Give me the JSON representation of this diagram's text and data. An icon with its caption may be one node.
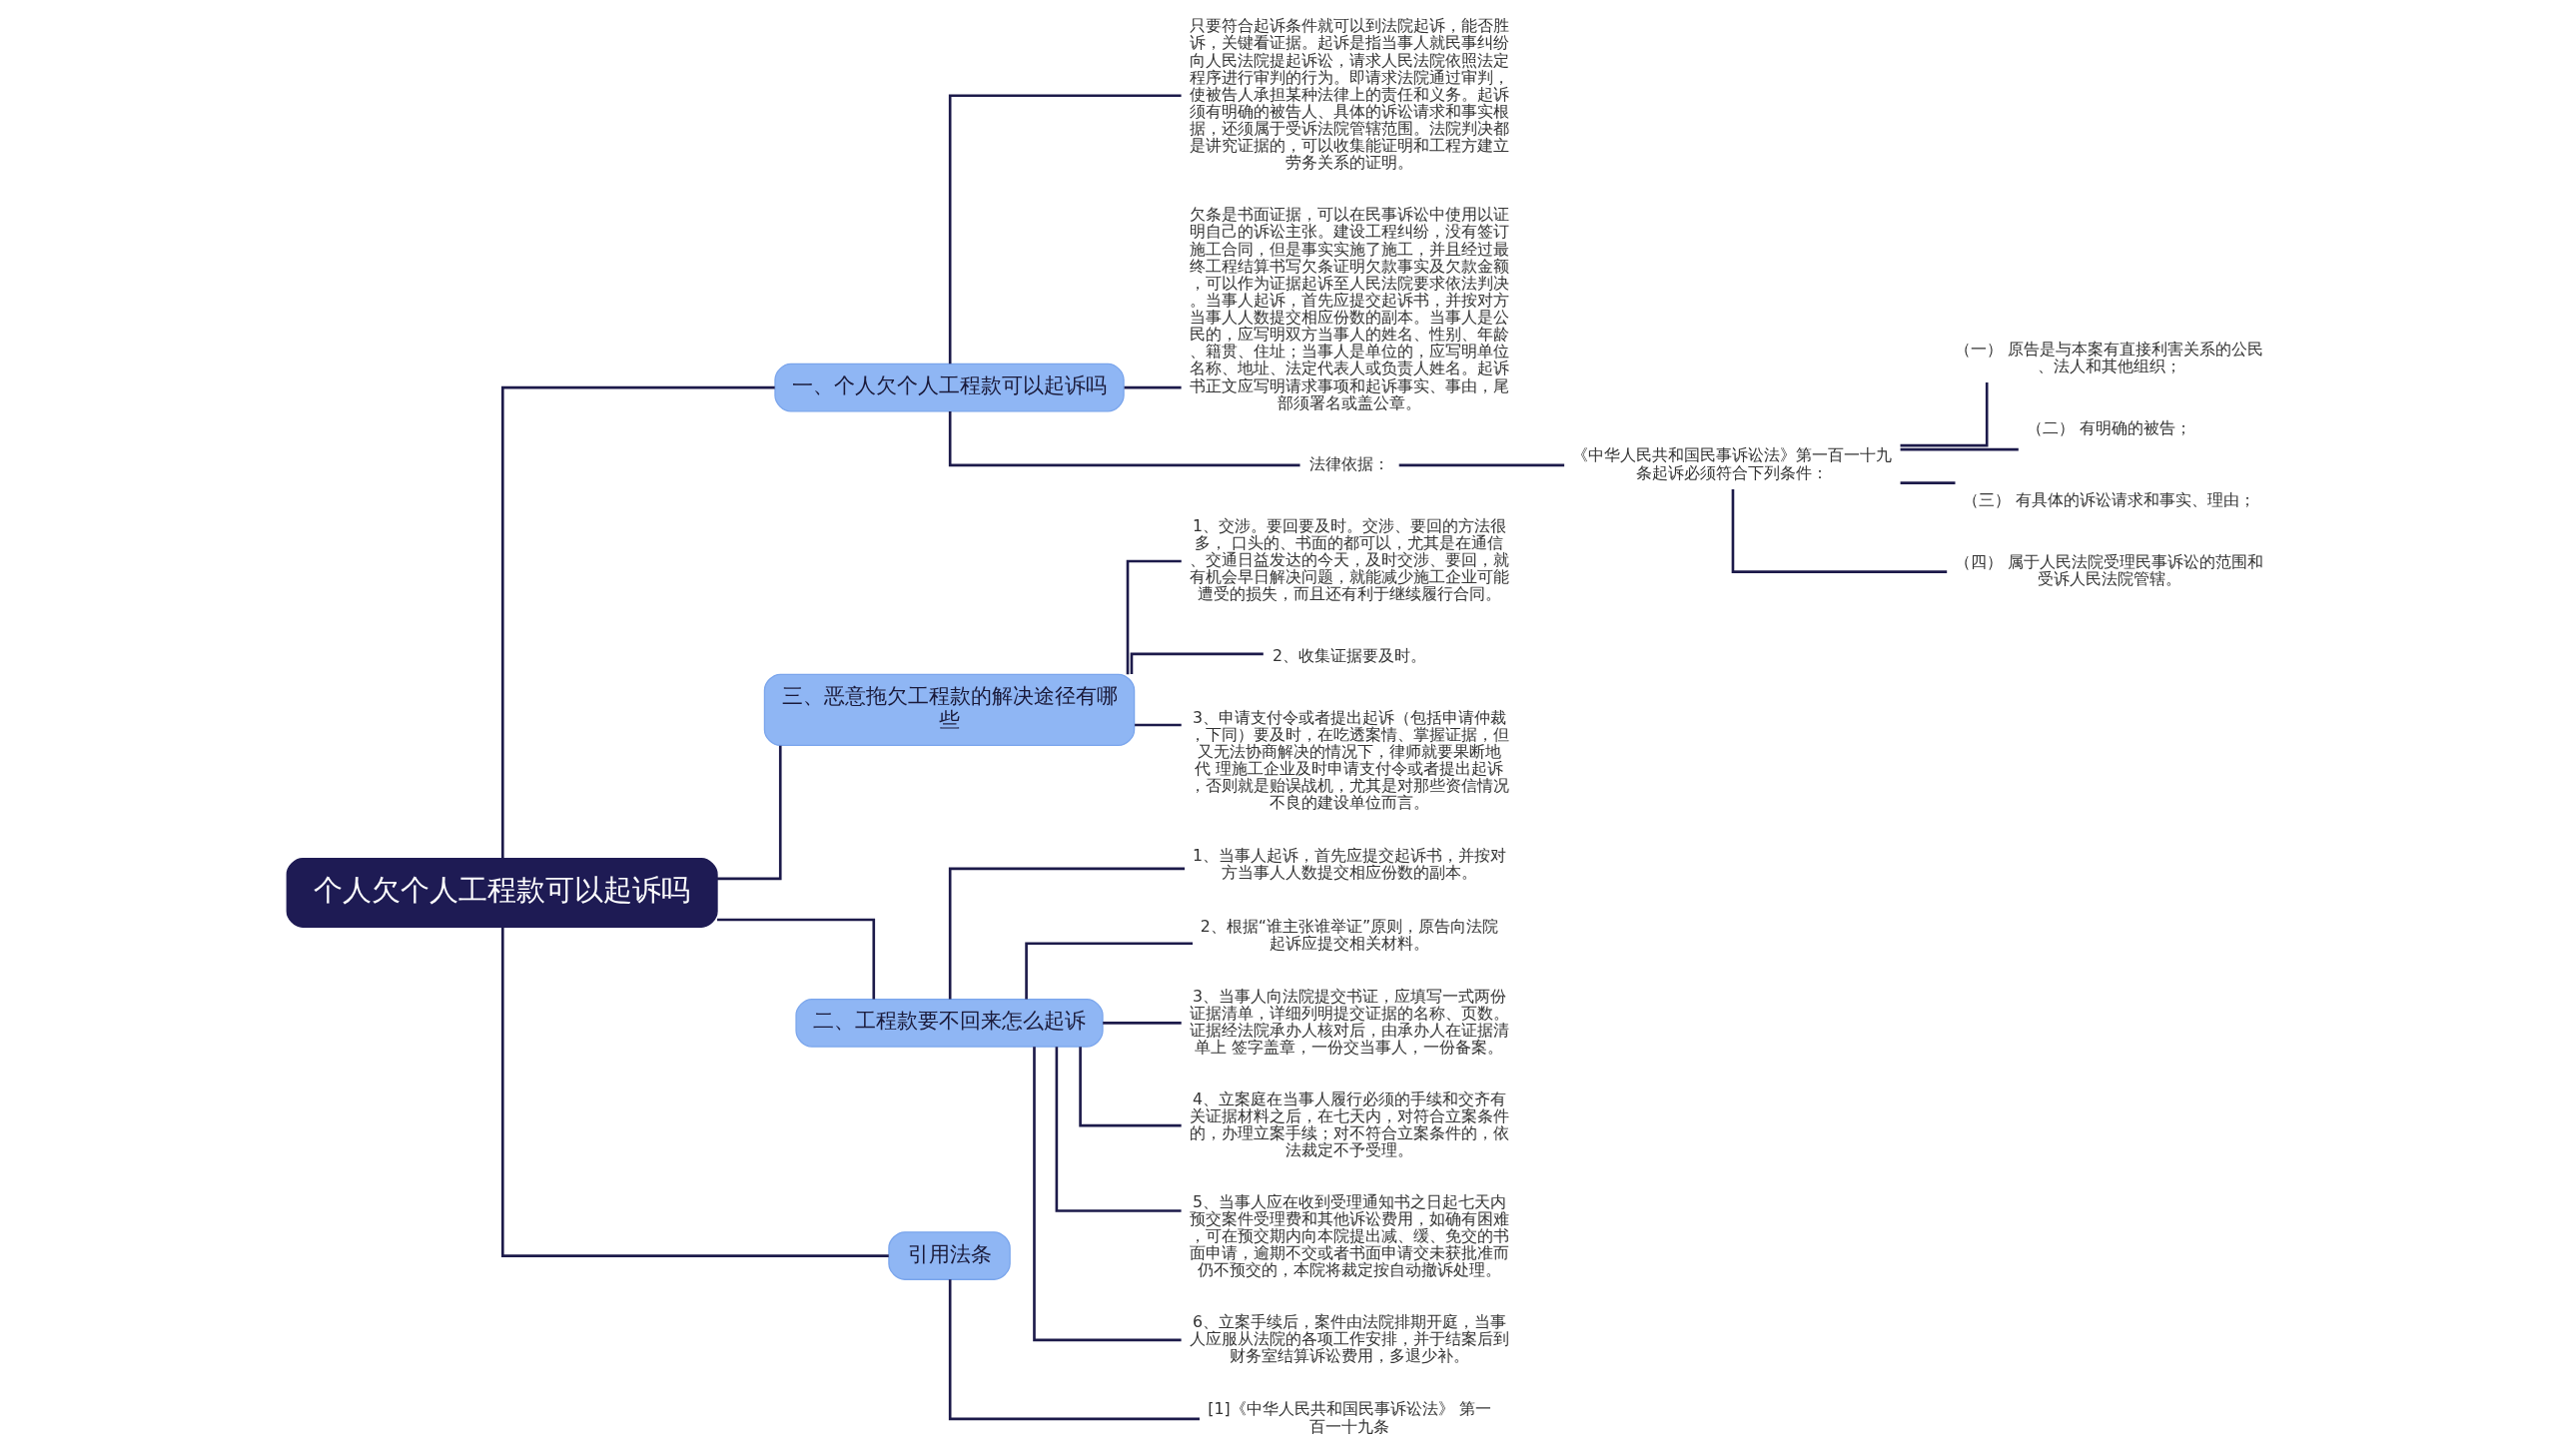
{
  "diagram": {
    "nodes": [
      {
        "text": [
          "个人欠个人工程款可以起诉吗"
        ]
      },
      {
        "text": [
          "一、个人欠个人工程款可以起诉吗"
        ]
      },
      {
        "text": [
          "只要符合起诉条件就可以到法院起诉，能否胜诉，关键看证据。起诉是指当事人就民事纠纷向人民法院提起诉讼，请求人民法院依照法定程序进行审判的行为。即请求法院通过审判，使被告人承担某种法律上的责任和义务。起诉须有明确的被告人、具体的诉讼请求和事实根据，还须属于受诉法院管辖范围。法院判决都是讲究证据的，可以收集能证明和工程方建立劳务关系的证明。"
        ]
      },
      {
        "text": [
          "欠条是书面证据，可以在民事诉讼中使用以证明自己的诉讼主张。建设工程纠纷，没有签订施工合同，但是事实实施了施工，并且经过最终工程结算书写欠条证明欠款事实及欠款金额，可以作为证据起诉至人民法院要求依法判决。当事人起诉，首先应提交起诉书，并按对方当事人人数提交相应份数的副本。当事人是公民的，应写明双方当事人的姓名、性别、年龄、籍贯、住址；当事人是单位的，应写明单位名称、地址、法定代表人或负责人姓名。起诉书正文应写明请求事项和起诉事实、事由，尾部须署名或盖公章。"
        ]
      },
      {
        "text": [
          "法律依据："
        ]
      },
      {
        "text": [
          "《中华人民共和国民事诉讼法》第一百一十九条起诉必须符合下列条件："
        ]
      },
      {
        "text": [
          "（一） 原告是与本案有直接利害关系的公民、法人和其他组织；"
        ]
      },
      {
        "text": [
          "（二） 有明确的被告；"
        ]
      },
      {
        "text": [
          "（三） 有具体的诉讼请求和事实、理由；"
        ]
      },
      {
        "text": [
          "（四） 属于人民法院受理民事诉讼的范围和受诉人民法院管辖。"
        ]
      },
      {
        "text": [
          "三、恶意拖欠工程款的解决途径有哪些"
        ]
      },
      {
        "text": [
          "1、交涉。要回要及时。交涉、要回的方法很多， 口头的、书面的都可以，尤其是在通信、交通日益发达的今天，及时交涉、要回，就有机会早日解决问题，就能减少施工企业可能遭受的损失，而且还有利于继续履行合同。"
        ]
      },
      {
        "text": [
          "2、收集证据要及时。"
        ]
      },
      {
        "text": [
          "3、申请支付令或者提出起诉（包括申请仲裁，下同）要及时，在吃透案情、掌握证据，但又无法协商解决的情况下，律师就要果断地代 理施工企业及时申请支付令或者提出起诉，否则就是贻误战机，尤其是对那些资信情况不良的建设单位而言。"
        ]
      },
      {
        "text": [
          "二、工程款要不回来怎么起诉"
        ]
      },
      {
        "text": [
          "1、当事人起诉，首先应提交起诉书，并按对方当事人人数提交相应份数的副本。"
        ]
      },
      {
        "text": [
          "2、根据“谁主张谁举证”原则，原告向法院起诉应提交相关材料。"
        ]
      },
      {
        "text": [
          "3、当事人向法院提交书证，应填写一式两份证据清单，详细列明提交证据的名称、页数。证据经法院承办人核对后，由承办人在证据清单上 签字盖章，一份交当事人，一份备案。"
        ]
      },
      {
        "text": [
          "4、立案庭在当事人履行必须的手续和交齐有关证据材料之后，在七天内，对符合立案条件的，办理立案手续；对不符合立案条件的，依法裁定不予受理。"
        ]
      },
      {
        "text": [
          "5、当事人应在收到受理通知书之日起七天内预交案件受理费和其他诉讼费用，如确有困难，可在预交期内向本院提出减、缓、免交的书面申请，逾期不交或者书面申请交未获批准而仍不预交的，本院将裁定按自动撤诉处理。"
        ]
      },
      {
        "text": [
          "6、立案手续后，案件由法院排期开庭，当事人应服从法院的各项工作安排，并于结案后到财务室结算诉讼费用，多退少补。"
        ]
      },
      {
        "text": [
          "引用法条"
        ]
      },
      {
        "text": [
          "[1]《中华人民共和国民事诉讼法》 第一百一十九条"
        ]
      }
    ],
    "edges": [
      {
        "from": 0,
        "to": 1,
        "arrow": "none"
      },
      {
        "from": 1,
        "to": 2,
        "arrow": "none"
      },
      {
        "from": 1,
        "to": 3,
        "arrow": "none"
      },
      {
        "from": 1,
        "to": 4,
        "arrow": "none"
      },
      {
        "from": 4,
        "to": 5,
        "arrow": "none"
      },
      {
        "from": 5,
        "to": 6,
        "arrow": "none"
      },
      {
        "from": 5,
        "to": 7,
        "arrow": "none"
      },
      {
        "from": 5,
        "to": 8,
        "arrow": "none"
      },
      {
        "from": 5,
        "to": 9,
        "arrow": "none"
      },
      {
        "from": 0,
        "to": 10,
        "arrow": "none"
      },
      {
        "from": 10,
        "to": 11,
        "arrow": "none"
      },
      {
        "from": 10,
        "to": 12,
        "arrow": "none"
      },
      {
        "from": 10,
        "to": 13,
        "arrow": "none"
      },
      {
        "from": 0,
        "to": 14,
        "arrow": "none"
      },
      {
        "from": 14,
        "to": 15,
        "arrow": "none"
      },
      {
        "from": 14,
        "to": 16,
        "arrow": "none"
      },
      {
        "from": 14,
        "to": 17,
        "arrow": "none"
      },
      {
        "from": 14,
        "to": 18,
        "arrow": "none"
      },
      {
        "from": 14,
        "to": 19,
        "arrow": "none"
      },
      {
        "from": 14,
        "to": 20,
        "arrow": "none"
      },
      {
        "from": 0,
        "to": 21,
        "arrow": "none"
      },
      {
        "from": 21,
        "to": 22,
        "arrow": "none"
      }
    ]
  }
}
